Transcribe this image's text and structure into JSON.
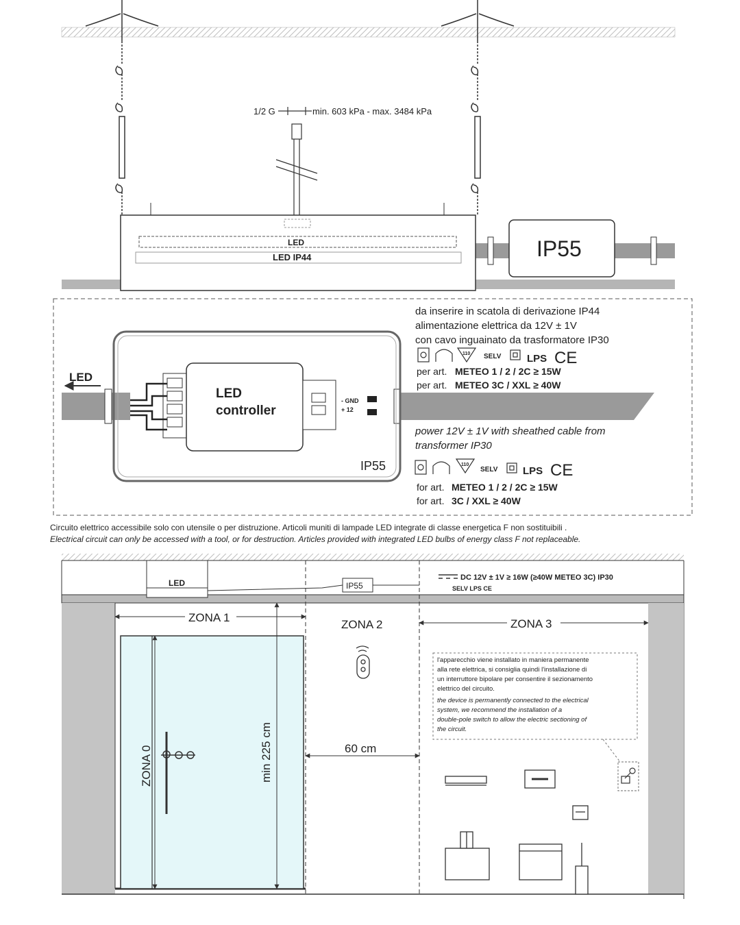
{
  "top_section": {
    "pipe_label": "1/2 G",
    "pressure_label": "min. 603 kPa - max. 3484 kPa",
    "led_strip_label": "LED",
    "led_ip_label": "LED IP44",
    "junction_box_label": "IP55"
  },
  "wiring_section": {
    "led_arrow_label": "LED",
    "controller_line1": "LED",
    "controller_line2": "controller",
    "gnd_label": "- GND",
    "plus_label": "+ 12",
    "box_rating": "IP55",
    "it_line1": "da inserire in scatola di derivazione IP44",
    "it_line2": "alimentazione elettrica da 12V ± 1V",
    "it_line3": "con cavo inguainato da trasformatore IP30",
    "cert_selv": "SELV",
    "cert_lps": "LPS",
    "cert_ce": "CE",
    "cert_temp": "110",
    "it_art1_prefix": "per art.",
    "it_art1": "METEO 1 / 2 / 2C ≥ 15W",
    "it_art2_prefix": "per art.",
    "it_art2": "METEO 3C / XXL ≥ 40W",
    "en_line1": "power 12V ± 1V with sheathed cable from",
    "en_line2": "transformer IP30",
    "en_art1_prefix": "for art.",
    "en_art1": "METEO 1 / 2 / 2C ≥ 15W",
    "en_art2_prefix": "for art.",
    "en_art2": "3C / XXL ≥ 40W"
  },
  "notes": {
    "it": "Circuito elettrico accessibile solo con utensile o per distruzione.  Articoli muniti di lampade LED integrate di classe energetica F non sostituibili .",
    "en": "Electrical circuit can only be accessed with a tool, or for destruction. Articles provided with integrated LED bulbs of energy class F not replaceable."
  },
  "bottom_section": {
    "led_label": "LED",
    "ip_label": "IP55",
    "dc_label": "DC 12V ± 1V ≥ 16W (≥40W METEO 3C) IP30",
    "cert_mini": "SELV LPS CE",
    "zona0": "ZONA 0",
    "zona1": "ZONA 1",
    "zona2": "ZONA 2",
    "zona3": "ZONA 3",
    "height_label": "min 225 cm",
    "width_label": "60 cm",
    "note_it_1": "l'apparecchio viene installato in maniera permanente",
    "note_it_2": "alla rete elettrica, si consiglia quindi l'installazione di",
    "note_it_3": "un interruttore bipolare per consentire il sezionamento",
    "note_it_4": "elettrico del circuito.",
    "note_en_1": "the device is permanently connected to the electrical",
    "note_en_2": "system, we recommend the installation of a",
    "note_en_3": "double-pole switch to allow the electric sectioning of",
    "note_en_4": "the circuit."
  },
  "colors": {
    "line": "#333333",
    "ground_fill": "#b5b5b5",
    "cable": "#9a9a9a",
    "glass": "#e4f7f9",
    "wall": "#c4c4c4"
  },
  "icons": [
    "ceiling-anchor-icon",
    "chain-icon",
    "remote-control-icon",
    "switch-key-icon",
    "ce-mark-icon"
  ]
}
